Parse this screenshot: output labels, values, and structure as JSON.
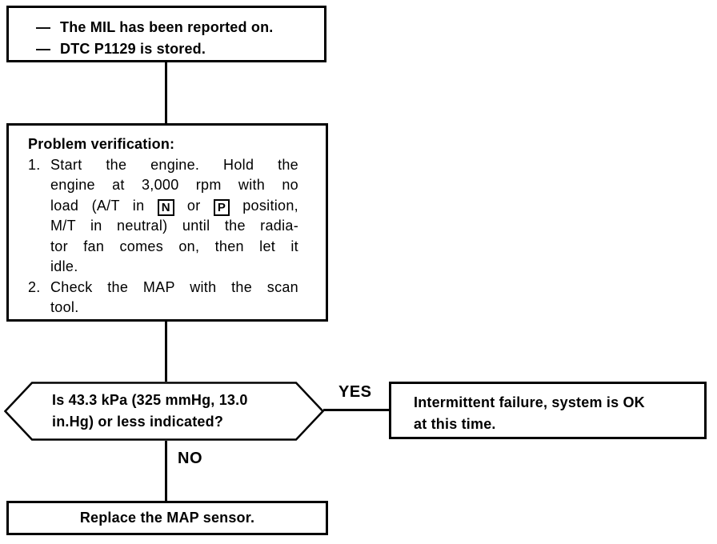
{
  "colors": {
    "line": "#000000",
    "background": "#ffffff"
  },
  "start_box": {
    "lines": [
      {
        "bullet": "—",
        "text": "The MIL has been reported on."
      },
      {
        "bullet": "—",
        "text": "DTC P1129 is stored."
      }
    ]
  },
  "verification_box": {
    "title": "Problem verification:",
    "steps": [
      {
        "num": "1.",
        "line1": "Start the engine. Hold the",
        "line2": "engine at 3,000 rpm with no",
        "line3_pre": "load (A/T in",
        "line3_n": "N",
        "line3_mid": "or",
        "line3_p": "P",
        "line3_post": "position,",
        "line4": "M/T in neutral) until the radia-",
        "line5": "tor fan comes on, then let it",
        "line6": "idle."
      },
      {
        "num": "2.",
        "line1": "Check the MAP with the scan",
        "line2": "tool."
      }
    ]
  },
  "decision": {
    "line1": "Is 43.3 kPa (325 mmHg, 13.0",
    "line2": "in.Hg) or less indicated?",
    "yes_label": "YES",
    "no_label": "NO"
  },
  "yes_box": {
    "line1": "Intermittent failure, system is OK",
    "line2": "at this time."
  },
  "no_box": {
    "text": "Replace the MAP sensor."
  }
}
